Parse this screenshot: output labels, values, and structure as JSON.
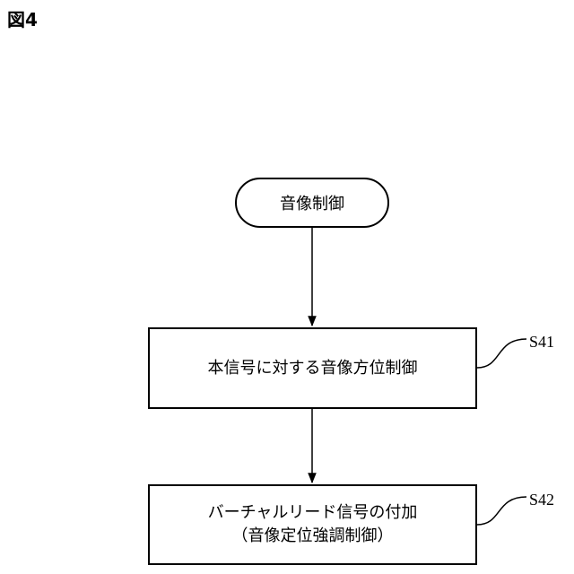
{
  "figure_label": "図4",
  "start": {
    "label": "音像制御"
  },
  "steps": [
    {
      "id": "S41",
      "lines": [
        "本信号に対する音像方位制御"
      ]
    },
    {
      "id": "S42",
      "lines": [
        "バーチャルリード信号の付加",
        "（音像定位強調制御）"
      ]
    }
  ]
}
